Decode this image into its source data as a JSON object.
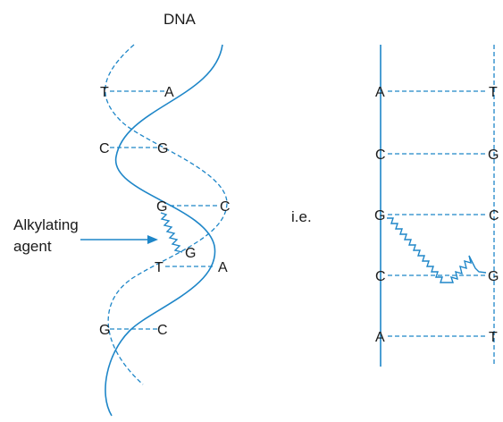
{
  "title": "DNA",
  "agent_label_line1": "Alkylating",
  "agent_label_line2": "agent",
  "ie_label": "i.e.",
  "colors": {
    "strand": "#1e86c8",
    "text": "#1a1a1a"
  },
  "helix_pairs": [
    {
      "left": "T",
      "right": "A"
    },
    {
      "left": "C",
      "right": "G"
    },
    {
      "left": "G",
      "right": "C"
    },
    {
      "left": "",
      "right": "G"
    },
    {
      "left": "T",
      "right": "A"
    },
    {
      "left": "G",
      "right": "C"
    }
  ],
  "ladder_pairs": [
    {
      "left": "A",
      "right": "T"
    },
    {
      "left": "C",
      "right": "G"
    },
    {
      "left": "G",
      "right": "C"
    },
    {
      "left": "C",
      "right": "G"
    },
    {
      "left": "A",
      "right": "T"
    }
  ]
}
